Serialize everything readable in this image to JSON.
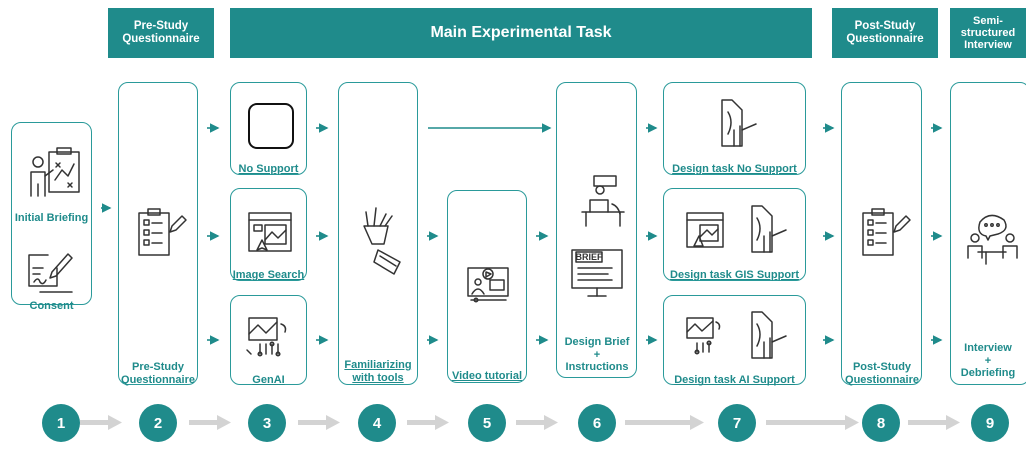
{
  "headers": {
    "pre_study": "Pre-Study\nQuestionnaire",
    "main_task": "Main Experimental Task",
    "post_study": "Post-Study\nQuestionnaire",
    "interview": "Semi-\nstructured\nInterview"
  },
  "labels": {
    "initial_briefing": "Initial Briefing",
    "consent": "Consent",
    "pre_questionnaire": "Pre-Study\nQuestionnaire",
    "no_support": "No Support",
    "image_search": "Image Search",
    "genai": "GenAI",
    "familiarizing": "Familiarizing\nwith tools",
    "video_tutorial": "Video tutorial",
    "design_brief": "Design Brief\n+\nInstructions",
    "brief_text": "BRIEF",
    "task_no_support": "Design task No Support",
    "task_gis_support": "Design task GIS Support",
    "task_ai_support": "Design task AI Support",
    "post_questionnaire": "Post-Study\nQuestionnaire",
    "interview_debrief": "Interview\n+\nDebriefing"
  },
  "steps": [
    "1",
    "2",
    "3",
    "4",
    "5",
    "6",
    "7",
    "8",
    "9"
  ],
  "colors": {
    "teal": "#1f8b8b",
    "arrow_gray": "#d3d3d3",
    "icon": "#333333"
  }
}
